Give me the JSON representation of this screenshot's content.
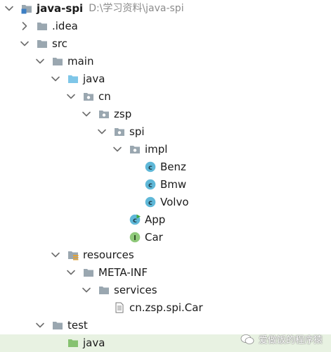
{
  "tree": {
    "project": {
      "name": "java-spi",
      "path": "D:\\学习资料\\java-spi"
    },
    "items": [
      {
        "label": "java-spi",
        "icon": "module-folder-icon",
        "depth": 0,
        "arrow": "down",
        "bold": true,
        "has_path": true
      },
      {
        "label": ".idea",
        "icon": "folder-icon",
        "depth": 1,
        "arrow": "right"
      },
      {
        "label": "src",
        "icon": "folder-icon",
        "depth": 1,
        "arrow": "down"
      },
      {
        "label": "main",
        "icon": "folder-icon",
        "depth": 2,
        "arrow": "down"
      },
      {
        "label": "java",
        "icon": "source-root-folder-icon",
        "depth": 3,
        "arrow": "down"
      },
      {
        "label": "cn",
        "icon": "package-icon",
        "depth": 4,
        "arrow": "down"
      },
      {
        "label": "zsp",
        "icon": "package-icon",
        "depth": 5,
        "arrow": "down"
      },
      {
        "label": "spi",
        "icon": "package-icon",
        "depth": 6,
        "arrow": "down"
      },
      {
        "label": "impl",
        "icon": "package-icon",
        "depth": 7,
        "arrow": "down"
      },
      {
        "label": "Benz",
        "icon": "class-icon",
        "depth": 8,
        "arrow": "none"
      },
      {
        "label": "Bmw",
        "icon": "class-icon",
        "depth": 8,
        "arrow": "none"
      },
      {
        "label": "Volvo",
        "icon": "class-icon",
        "depth": 8,
        "arrow": "none"
      },
      {
        "label": "App",
        "icon": "runnable-class-icon",
        "depth": 7,
        "arrow": "none"
      },
      {
        "label": "Car",
        "icon": "interface-icon",
        "depth": 7,
        "arrow": "none"
      },
      {
        "label": "resources",
        "icon": "resources-folder-icon",
        "depth": 3,
        "arrow": "down"
      },
      {
        "label": "META-INF",
        "icon": "folder-icon",
        "depth": 4,
        "arrow": "down"
      },
      {
        "label": "services",
        "icon": "folder-icon",
        "depth": 5,
        "arrow": "down"
      },
      {
        "label": "cn.zsp.spi.Car",
        "icon": "text-file-icon",
        "depth": 6,
        "arrow": "none"
      },
      {
        "label": "test",
        "icon": "folder-icon",
        "depth": 2,
        "arrow": "down"
      },
      {
        "label": "java",
        "icon": "test-source-folder-icon",
        "depth": 3,
        "arrow": "none",
        "selected": true
      }
    ]
  },
  "watermark": {
    "text": "爱做饭的程序猿",
    "icon": "wechat-icon"
  },
  "colors": {
    "folder": "#9aa7b0",
    "source_root": "#7fc6e8",
    "test_source": "#86c270",
    "class_icon": "#5fb8d8",
    "interface_icon": "#8fc97a",
    "selection": "#e8f2e2"
  }
}
